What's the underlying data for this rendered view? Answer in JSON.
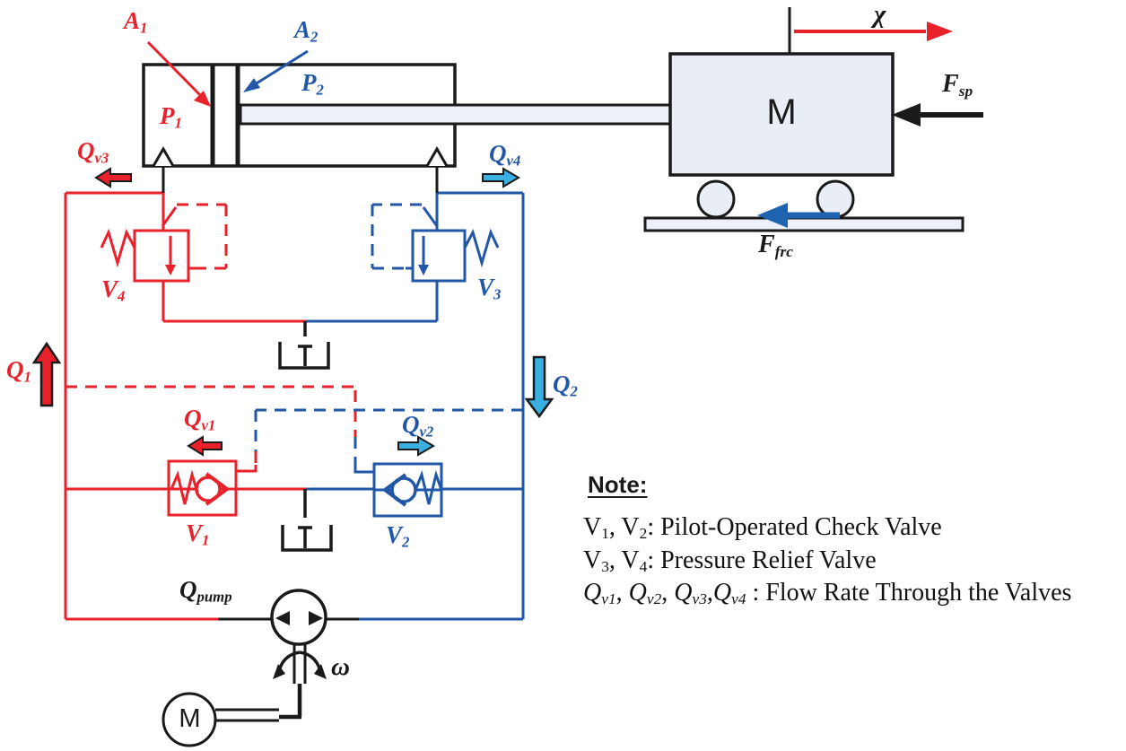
{
  "labels": {
    "a1": {
      "base": "A",
      "sub": "1"
    },
    "a2": {
      "base": "A",
      "sub": "2"
    },
    "p1": {
      "base": "P",
      "sub": "1"
    },
    "p2": {
      "base": "P",
      "sub": "2"
    },
    "q1": {
      "base": "Q",
      "sub": "1"
    },
    "q2": {
      "base": "Q",
      "sub": "2"
    },
    "qv1": {
      "base": "Q",
      "sub": "v1"
    },
    "qv2": {
      "base": "Q",
      "sub": "v2"
    },
    "qv3": {
      "base": "Q",
      "sub": "v3"
    },
    "qv4": {
      "base": "Q",
      "sub": "v4"
    },
    "qpump": {
      "base": "Q",
      "sub": "pump"
    },
    "v1": {
      "base": "V",
      "sub": "1"
    },
    "v2": {
      "base": "V",
      "sub": "2"
    },
    "v3": {
      "base": "V",
      "sub": "3"
    },
    "v4": {
      "base": "V",
      "sub": "4"
    },
    "chi": "χ",
    "fsp": {
      "base": "F",
      "sub": "sp"
    },
    "ffrc": {
      "base": "F",
      "sub": "frc"
    },
    "omega": "ω",
    "mass": "M",
    "motor": "M"
  },
  "note": {
    "title": "Note:",
    "lines": [
      {
        "segments": [
          {
            "t": "V"
          },
          {
            "t": "1",
            "sub": 1
          },
          {
            "t": ", V"
          },
          {
            "t": "2",
            "sub": 1
          },
          {
            "t": ": Pilot-Operated Check Valve"
          }
        ]
      },
      {
        "segments": [
          {
            "t": "V"
          },
          {
            "t": "3",
            "sub": 1
          },
          {
            "t": ", V"
          },
          {
            "t": "4",
            "sub": 1
          },
          {
            "t": ": Pressure Relief Valve"
          }
        ]
      },
      {
        "segments": [
          {
            "t": "Q",
            "it": 1
          },
          {
            "t": "v1",
            "sub": 1,
            "it": 1
          },
          {
            "t": ", "
          },
          {
            "t": "Q",
            "it": 1
          },
          {
            "t": "v2",
            "sub": 1,
            "it": 1
          },
          {
            "t": ", "
          },
          {
            "t": "Q",
            "it": 1
          },
          {
            "t": "v3",
            "sub": 1,
            "it": 1
          },
          {
            "t": ","
          },
          {
            "t": "Q",
            "it": 1
          },
          {
            "t": "v4",
            "sub": 1,
            "it": 1
          },
          {
            "t": " : Flow Rate Through the Valves"
          }
        ]
      }
    ]
  },
  "legend_meaning": {
    "v1_v2": "Pilot-Operated Check Valve",
    "v3_v4": "Pressure Relief Valve",
    "qv_all": "Flow Rate Through the Valves"
  },
  "colors": {
    "circuit_red": "#e8212b",
    "circuit_blue": "#2257a7",
    "flow_arrow_cyan": "#3ab0e2",
    "line_black": "#1a1a1a",
    "mass_fill": "#e9edf6",
    "rod_fill": "#edf0f8"
  }
}
